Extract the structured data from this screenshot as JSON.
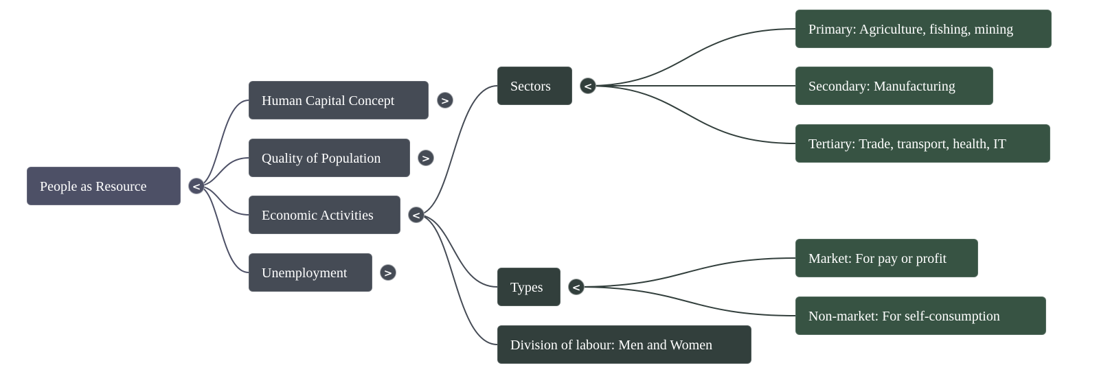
{
  "mindmap": {
    "root": {
      "label": "People as Resource",
      "toggle": "<"
    },
    "level1": [
      {
        "label": "Human Capital Concept",
        "toggle": ">"
      },
      {
        "label": "Quality of Population",
        "toggle": ">"
      },
      {
        "label": "Economic Activities",
        "toggle": "<"
      },
      {
        "label": "Unemployment",
        "toggle": ">"
      }
    ],
    "economic_activities": [
      {
        "label": "Sectors",
        "toggle": "<"
      },
      {
        "label": "Types",
        "toggle": "<"
      },
      {
        "label": "Division of labour: Men and Women"
      }
    ],
    "sectors": [
      {
        "label": "Primary: Agriculture, fishing, mining"
      },
      {
        "label": "Secondary: Manufacturing"
      },
      {
        "label": "Tertiary: Trade, transport, health, IT"
      }
    ],
    "types": [
      {
        "label": "Market: For pay or profit"
      },
      {
        "label": "Non-market: For self-consumption"
      }
    ]
  },
  "colors": {
    "root": "#4d5066",
    "level1": "#454b55",
    "level2": "#323f3c",
    "level3": "#375343"
  }
}
